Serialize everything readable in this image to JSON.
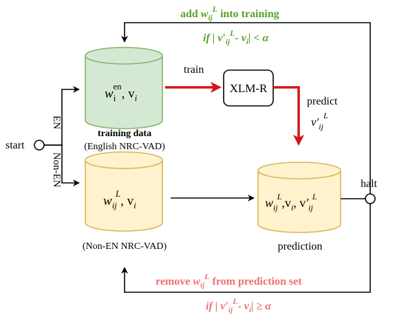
{
  "colors": {
    "green_text": "#5aa02c",
    "red_text": "#f07070",
    "arrow_red": "#d41414",
    "green_fill": "#d5e8d4",
    "green_stroke": "#82b366",
    "yellow_fill": "#fff2cc",
    "yellow_stroke": "#d6b656",
    "line": "#000000"
  },
  "labels": {
    "add_prefix": "add ",
    "w": "w",
    "ij": "ij",
    "L": "L",
    "into_training": " into training",
    "if": "if",
    "bar_open": " | ",
    "v": "v",
    "prime": "′",
    "minus": "- ",
    "i": "i",
    "lt_alpha": "| < α",
    "ge_alpha": "| ≥ α",
    "remove_prefix": "remove ",
    "from_pred": " from prediction set",
    "train": "train",
    "predict": "predict",
    "xlmr": "XLM-R",
    "en_sup": "en",
    "comma_v": ", v",
    "comma_vi": ",v",
    "comma_sp_v": ", v",
    "training_data": "training data",
    "english_nrc": "(English NRC-VAD)",
    "non_en_nrc": "(Non-EN NRC-VAD)",
    "prediction": "prediction",
    "start": "start",
    "halt": "halt",
    "en": "EN",
    "non_en": "Non-EN"
  }
}
